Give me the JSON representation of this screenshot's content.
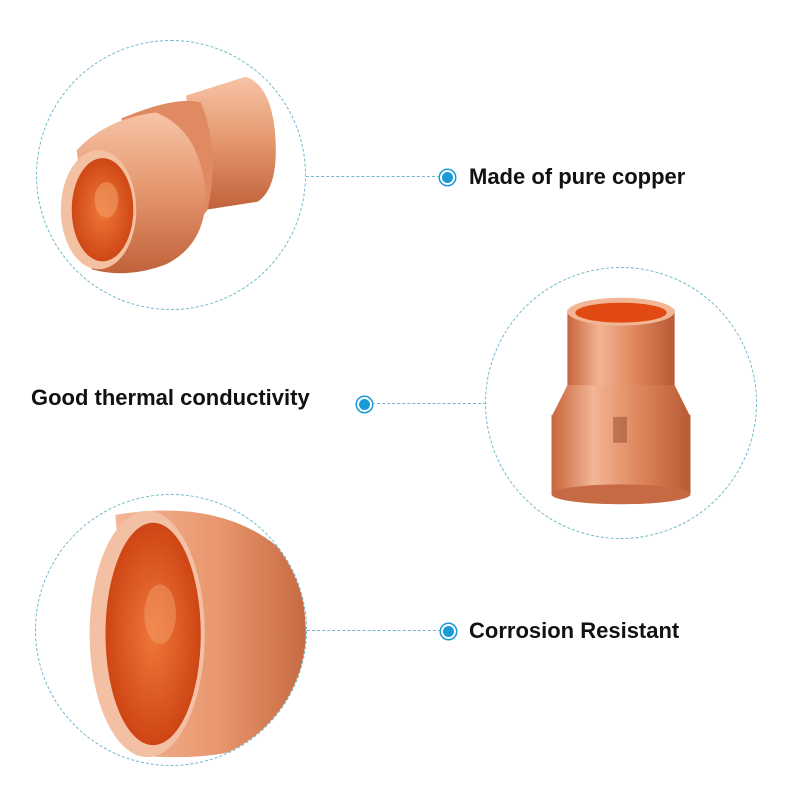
{
  "features": [
    {
      "label": "Made of pure copper"
    },
    {
      "label": "Good thermal conductivity"
    },
    {
      "label": "Corrosion Resistant"
    }
  ],
  "colors": {
    "accent": "#1a9ad6",
    "dashed_line": "#6fb7c9",
    "copper_light": "#f3b79a",
    "copper_mid": "#e4865c",
    "copper_dark": "#b5552f",
    "copper_inner": "#e24a14"
  },
  "icons": [
    "copper-reducer-fitting-photo",
    "callout-dot-icon"
  ]
}
